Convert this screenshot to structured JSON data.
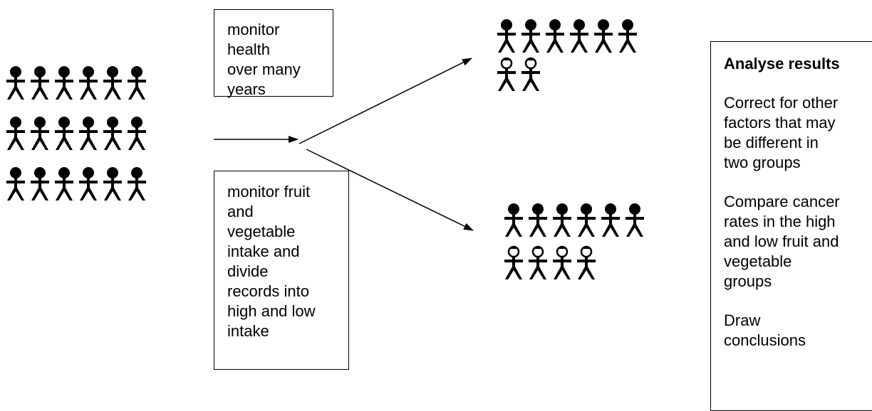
{
  "top_box": {
    "lines": [
      "monitor",
      "health",
      "over many",
      "years"
    ]
  },
  "bottom_box": {
    "lines": [
      "monitor fruit",
      "and",
      "vegetable",
      "intake and",
      "divide",
      "records into",
      "high and low",
      "intake"
    ]
  },
  "results_box": {
    "title": "Analyse results",
    "paragraphs": [
      [
        "Correct for other",
        "factors that may",
        "be different in",
        "two groups"
      ],
      [
        "Compare cancer",
        "rates in the high",
        "and low fruit and",
        "vegetable",
        "groups"
      ],
      [
        "Draw",
        "conclusions"
      ]
    ]
  },
  "initial_group": {
    "rows": [
      [
        0,
        0,
        0,
        0,
        0,
        0
      ],
      [
        0,
        0,
        0,
        0,
        0,
        0
      ],
      [
        0,
        0,
        0,
        0,
        0,
        0
      ]
    ]
  },
  "high_intake_group": {
    "rows": [
      [
        0,
        0,
        0,
        0,
        0,
        0
      ],
      [
        1,
        1
      ]
    ]
  },
  "low_intake_group": {
    "rows": [
      [
        0,
        0,
        0,
        0,
        0,
        0
      ],
      [
        1,
        1,
        1,
        1
      ]
    ]
  }
}
